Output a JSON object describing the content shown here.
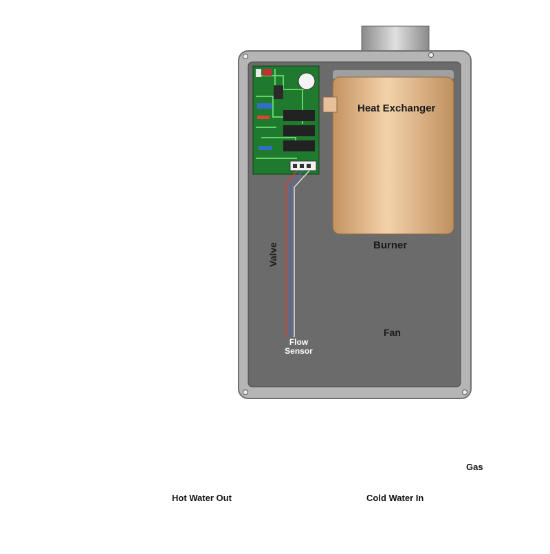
{
  "diagram": {
    "labels": {
      "heat_exchanger": "Heat Exchanger",
      "burner": "Burner",
      "fan": "Fan",
      "valve": "Valve",
      "flow_sensor_line1": "Flow",
      "flow_sensor_line2": "Sensor",
      "gas": "Gas",
      "hot_water_out": "Hot Water Out",
      "cold_water_in": "Cold Water In"
    },
    "colors": {
      "hot_water": "#f26a2a",
      "cold_water": "#9a9ad8",
      "gas_line": "#d8d8d8",
      "housing": "#9a9a9a",
      "interior": "#6a6a6a",
      "flame_red": "#e8201a",
      "flame_yellow": "#ffd21a",
      "heat_exchanger": "#dcb184"
    },
    "icons": [
      "faucet-icon",
      "arrow-left-icon",
      "flame-icon",
      "fan-icon",
      "circuit-board-icon"
    ]
  }
}
